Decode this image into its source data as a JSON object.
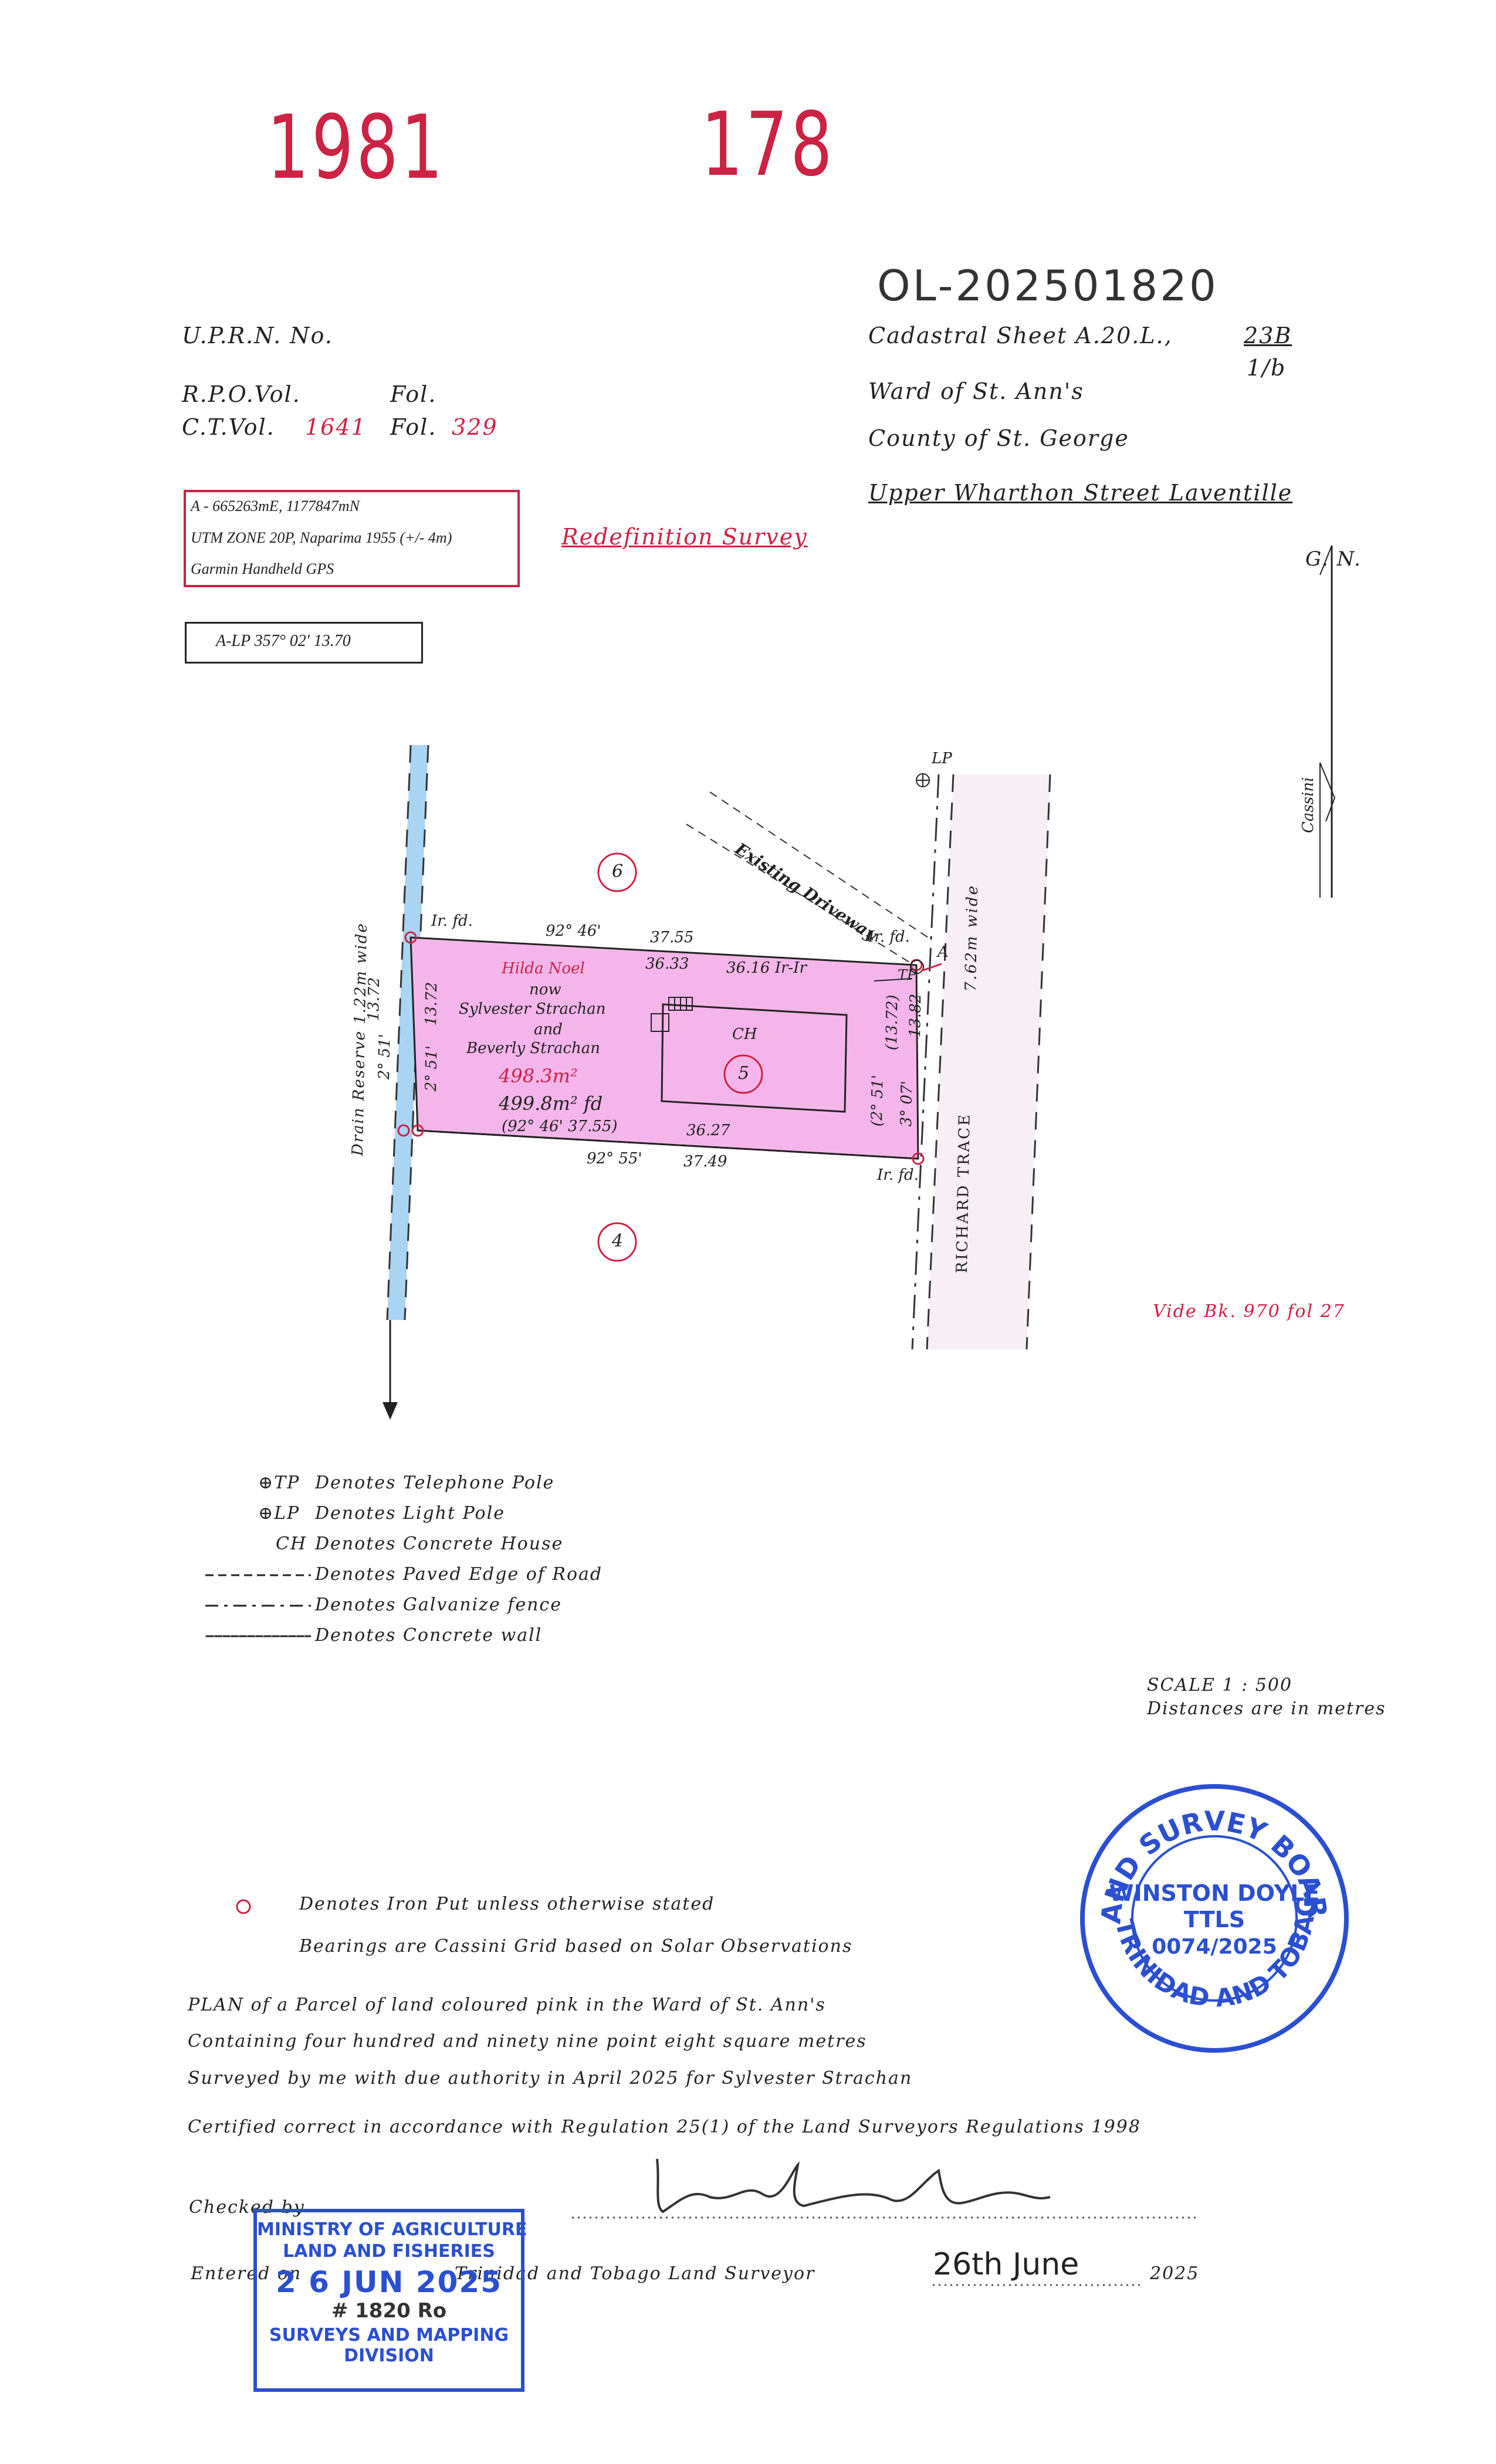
{
  "stamps_top": {
    "left": "1981",
    "right": "178"
  },
  "reference_handwritten": "OL-202501820",
  "header_left": {
    "uprn": "U.P.R.N.  No.",
    "rpo_vol": "R.P.O.Vol.",
    "rpo_fol": "Fol.",
    "ct_vol_label": "C.T.Vol.",
    "ct_vol_value": "1641",
    "ct_fol_label": "Fol.",
    "ct_fol_value": "329"
  },
  "header_right": {
    "cadastral_prefix": "Cadastral Sheet A.20.L.,",
    "cadastral_sheet": "23B",
    "cadastral_sub": "1/b",
    "ward": "Ward of St. Ann's",
    "county": "County of St. George",
    "street": "Upper Wharthon Street Laventille"
  },
  "gps_box": {
    "line1": "A - 665263mE, 1177847mN",
    "line2": "UTM ZONE 20P, Naparima 1955 (+/- 4m)",
    "line3": "Garmin Handheld GPS"
  },
  "survey_type": "Redefinition Survey",
  "alp_box": "A-LP 357° 02' 13.70",
  "north": {
    "label": "G. N.",
    "cassini": "Cassini"
  },
  "plan": {
    "lot_above": "6",
    "lot_below": "4",
    "lot_main": "5",
    "driveway": "Existing Driveway",
    "drain_reserve": "Drain Reserve 1.22m wide",
    "road_name": "RICHARD TRACE",
    "road_width": "7.62m wide",
    "lp": "LP",
    "tp": "TP",
    "point_a": "A",
    "ir_fd_tl": "Ir. fd.",
    "ir_fd_tr": "Ir. fd.",
    "ir_fd_br": "Ir. fd.",
    "top_bearing": "92° 46'",
    "top_dist": "37.55",
    "top_inner1": "36.33",
    "top_inner2": "36.16 Ir-Ir",
    "owner1": "Hilda Noel",
    "owner_now": "now",
    "owner2": "Sylvester Strachan",
    "owner_and": "and",
    "owner3": "Beverly Strachan",
    "area_new": "498.3m²",
    "area_old": "499.8m² fd",
    "bottom_inner": "(92° 46'  37.55)",
    "bottom_inner2": "36.27",
    "bottom_bearing": "92° 55'",
    "bottom_dist": "37.49",
    "left_outer": "13.72",
    "left_inner": "13.72",
    "left_angle": "2° 51'",
    "left_angle_inner": "2° 51'",
    "right_val1": "(13.72)",
    "right_val2": "13.82",
    "right_angle1": "(2° 51'",
    "right_angle2": "3° 07'",
    "ch": "CH",
    "vide": "Vide Bk. 970 fol 27"
  },
  "legend": [
    {
      "symbol": "⊕TP",
      "text": "Denotes Telephone Pole"
    },
    {
      "symbol": "⊕LP",
      "text": "Denotes Light Pole"
    },
    {
      "symbol": "CH",
      "text": "Denotes Concrete House"
    },
    {
      "symbol": "",
      "text": "Denotes Paved Edge of Road"
    },
    {
      "symbol": "",
      "text": "Denotes Galvanize fence"
    },
    {
      "symbol": "",
      "text": "Denotes Concrete wall"
    }
  ],
  "scale": {
    "line1": "SCALE  1  :  500",
    "line2": "Distances are in metres"
  },
  "notes": {
    "iron_put": "Denotes Iron Put unless otherwise stated",
    "bearings": "Bearings are Cassini Grid based on Solar Observations"
  },
  "plan_text": [
    "PLAN of a Parcel of land coloured pink in the Ward of St. Ann's",
    "Containing four hundred and ninety nine point eight square metres",
    "Surveyed by me with due authority in April 2025 for Sylvester Strachan",
    "Certified correct in accordance with Regulation 25(1) of the Land Surveyors Regulations 1998"
  ],
  "footer": {
    "checked": "Checked by",
    "entered": "Entered on",
    "surveyor": "Trinidad and Tobago Land Surveyor",
    "date_hand": "26th June",
    "year": "2025"
  },
  "seal": {
    "top": "LAND SURVEY BOARD",
    "bottom": "OF TRINIDAD AND TOBAGO",
    "name": "WINSTON DOYLE",
    "title": "TTLS",
    "number": "0074/2025"
  },
  "ministry_stamp": {
    "line1": "MINISTRY OF AGRICULTURE",
    "line2": "LAND AND FISHERIES",
    "date": "2 6 JUN 2025",
    "ref": "# 1820 Ro",
    "line3": "SURVEYS AND MAPPING",
    "line4": "DIVISION"
  },
  "colors": {
    "accent_red": "#cc2244",
    "pink_fill": "#f4b6ea",
    "drain_blue": "#a9d4f2",
    "road_pink": "#f7eef6",
    "stamp_blue": "#2a4fd0"
  }
}
